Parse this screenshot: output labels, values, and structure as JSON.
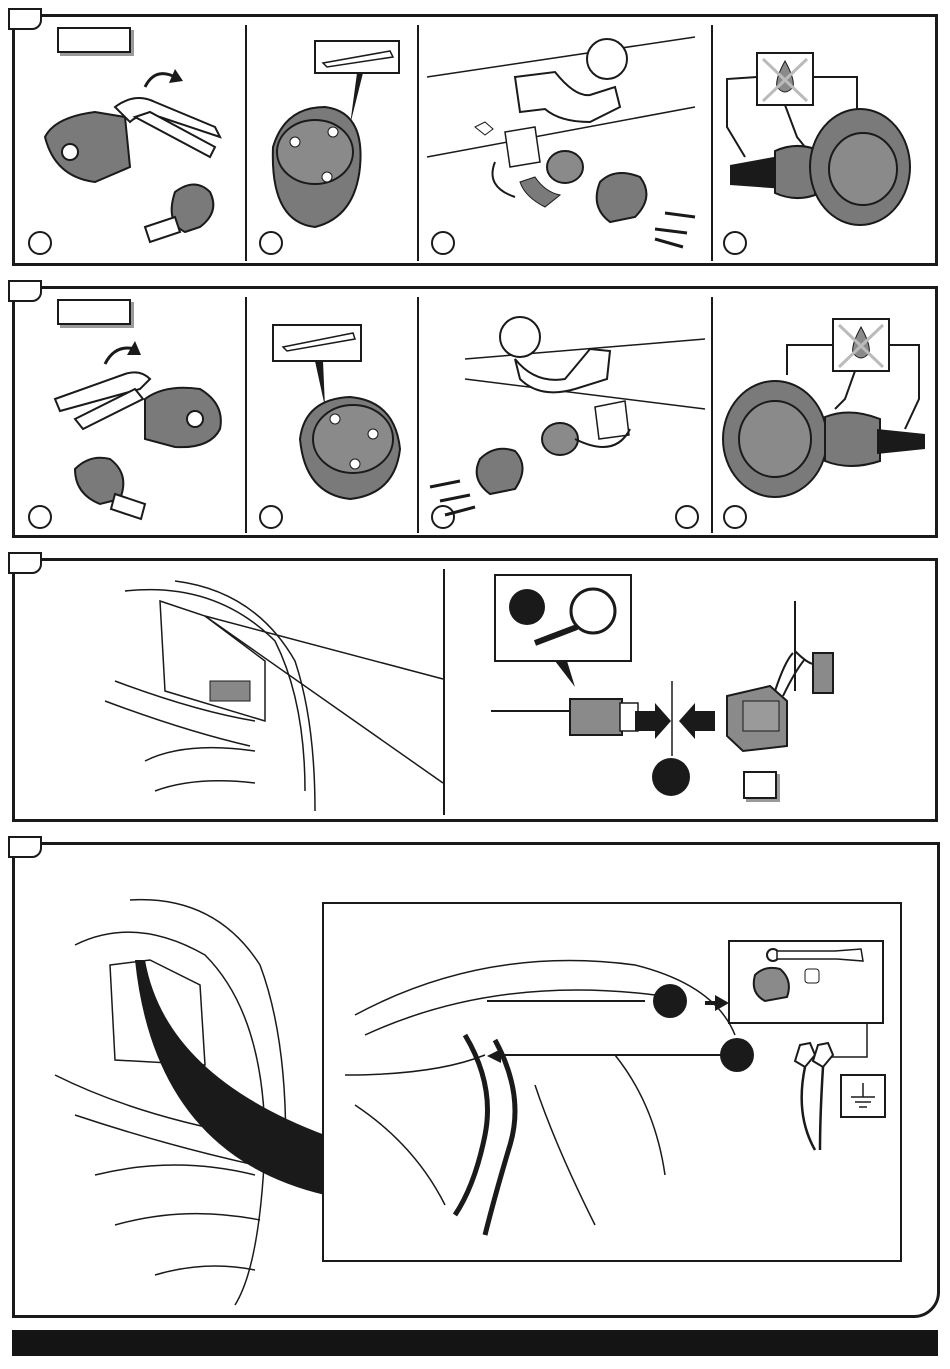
{
  "page": {
    "title": ""
  },
  "panels": [
    {
      "id": "step-a",
      "cells": 4,
      "step_circles": [
        "",
        "",
        "",
        ""
      ],
      "label_box": ""
    },
    {
      "id": "step-b",
      "cells": 4,
      "step_circles": [
        "",
        "",
        "",
        "",
        ""
      ],
      "label_box": ""
    },
    {
      "id": "step-c",
      "label_box": ""
    },
    {
      "id": "step-d"
    }
  ],
  "icons": [
    "ball-towbar-icon",
    "wrench-icon",
    "magnifier-icon",
    "no-water-icon",
    "ground-symbol-icon",
    "socket-7pin-icon",
    "knife-icon",
    "pliers-icon"
  ],
  "colors": {
    "line": "#1a1a1a",
    "fill_gray": "#7a7a7a",
    "shadow": "#9a9a9a",
    "badge": "#1a1a1a"
  }
}
